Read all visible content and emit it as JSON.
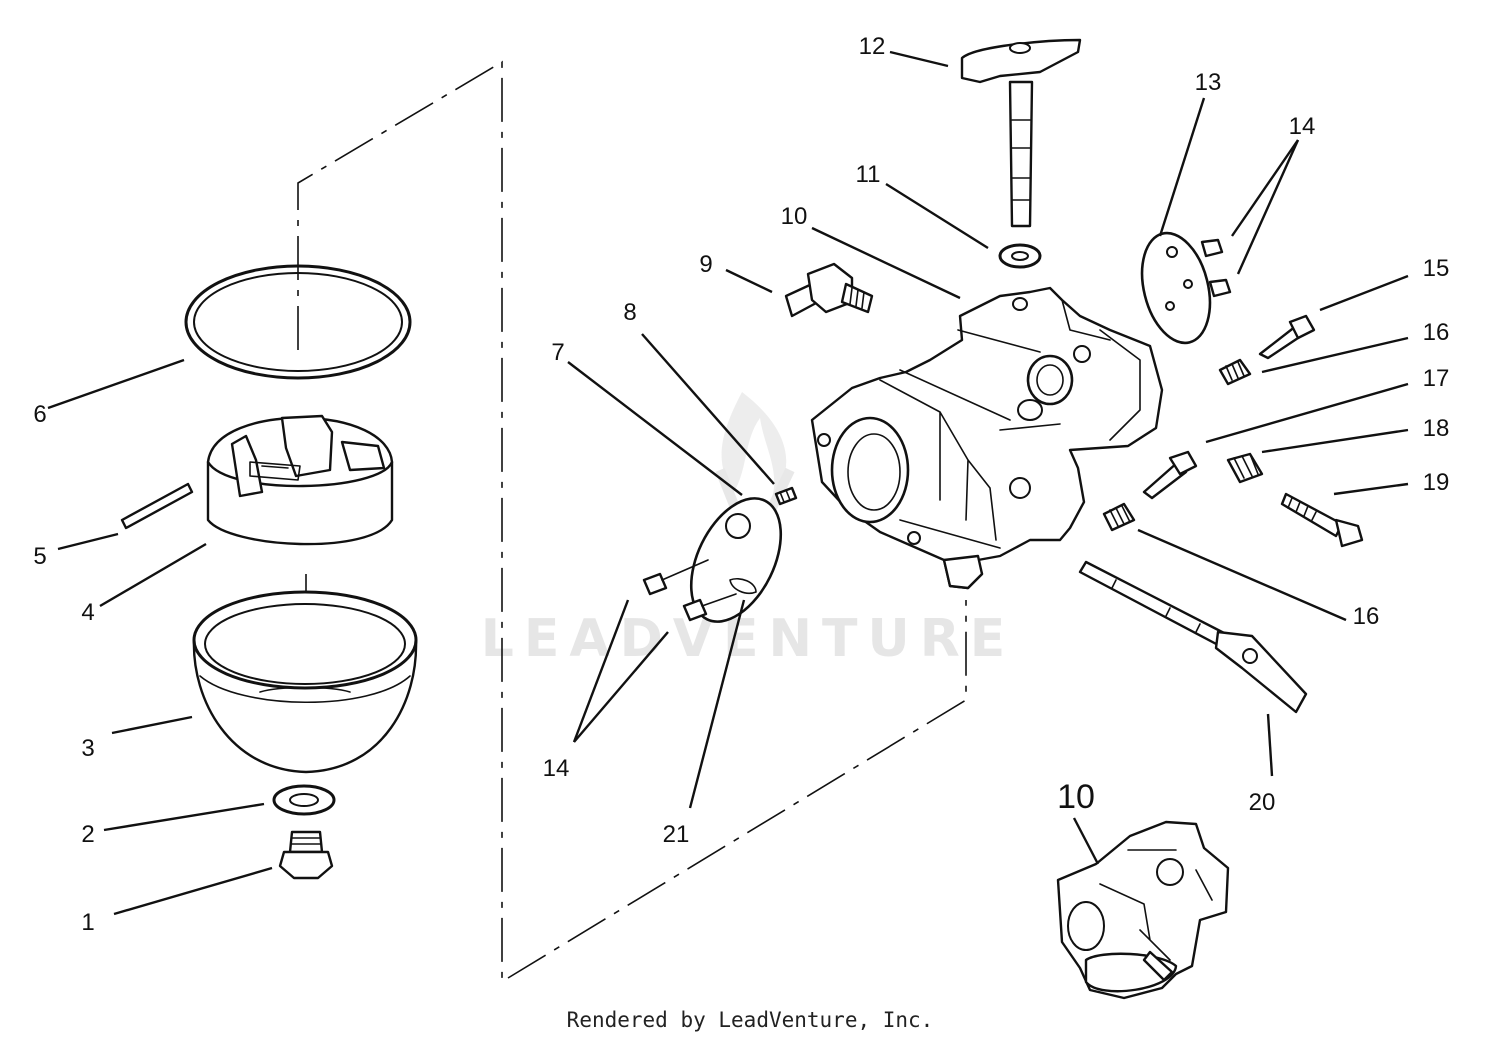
{
  "watermark": "LEADVENTURE",
  "footer": "Rendered by LeadVenture, Inc.",
  "callouts": {
    "c1": "1",
    "c2": "2",
    "c3": "3",
    "c4": "4",
    "c5": "5",
    "c6": "6",
    "c7": "7",
    "c8": "8",
    "c9": "9",
    "c10": "10",
    "c11": "11",
    "c12": "12",
    "c13": "13",
    "c14a": "14",
    "c14b": "14",
    "c15": "15",
    "c16a": "16",
    "c16b": "16",
    "c17": "17",
    "c18": "18",
    "c19": "19",
    "c20": "20",
    "c21": "21",
    "c10_inset": "10"
  }
}
